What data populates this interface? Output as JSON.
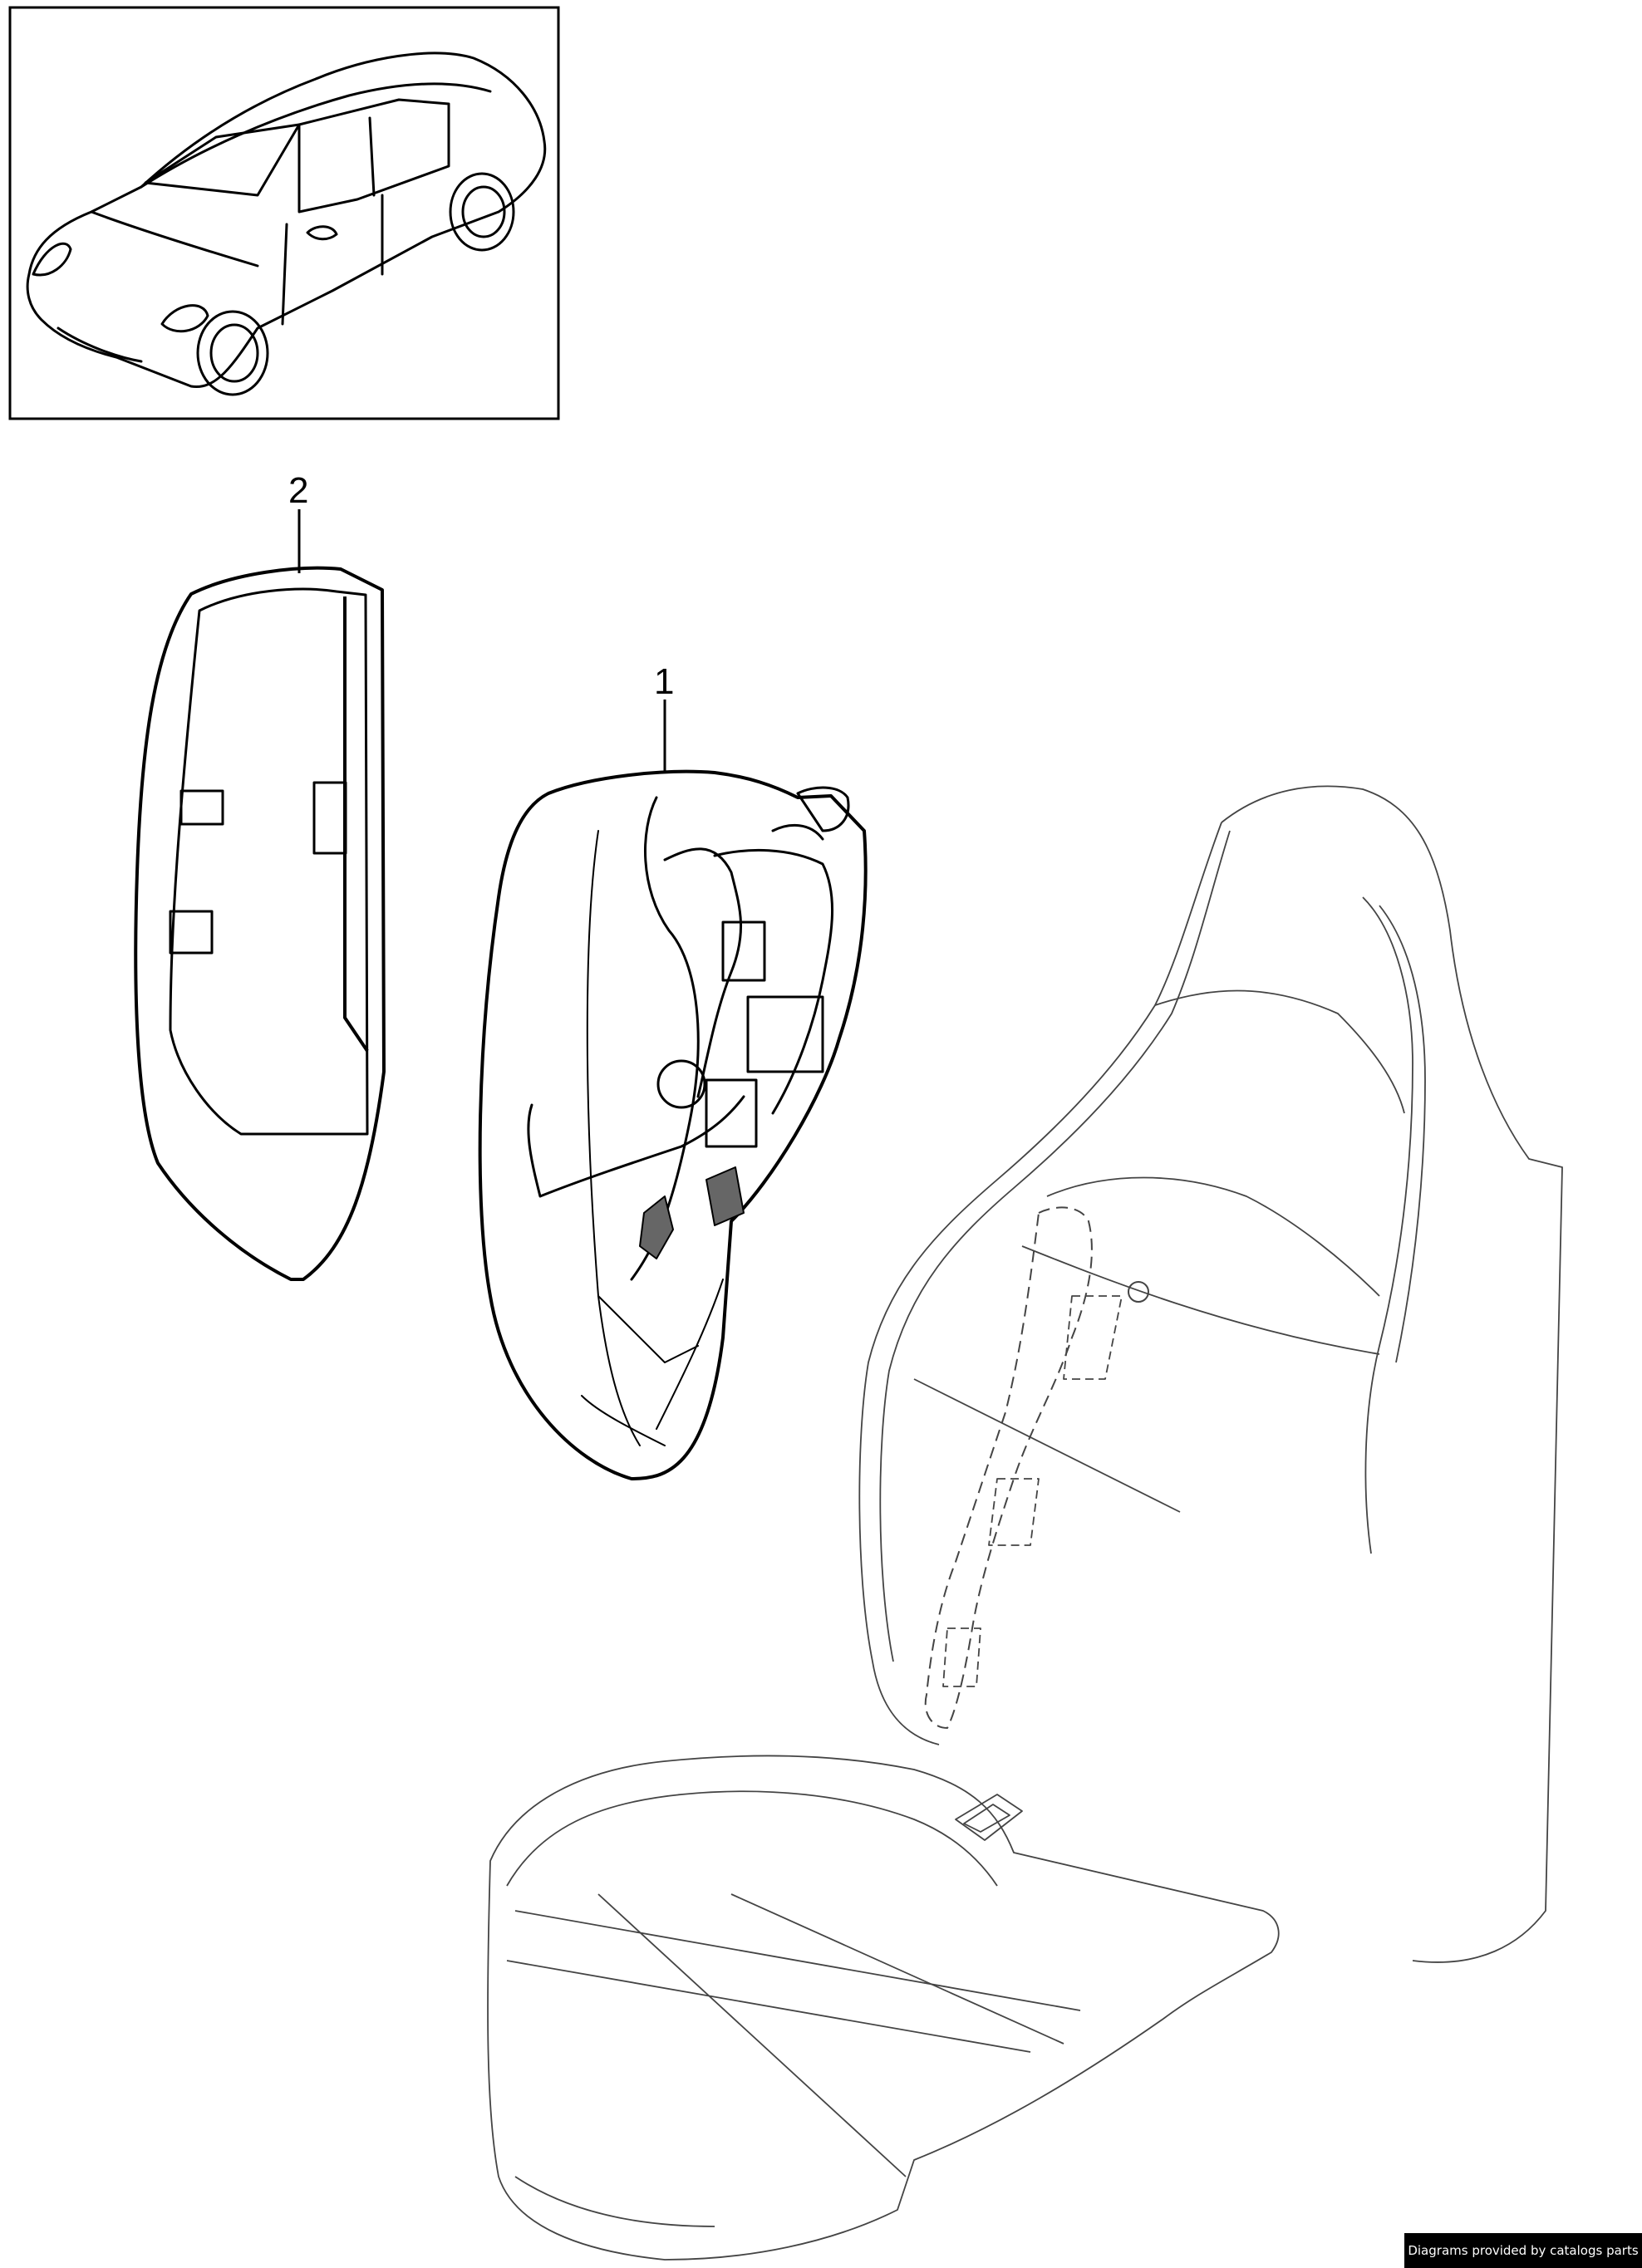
{
  "diagram": {
    "callouts": [
      {
        "id": "1",
        "label": "1"
      },
      {
        "id": "2",
        "label": "2"
      }
    ]
  },
  "footer": {
    "credit": "Diagrams provided by catalogs parts"
  }
}
